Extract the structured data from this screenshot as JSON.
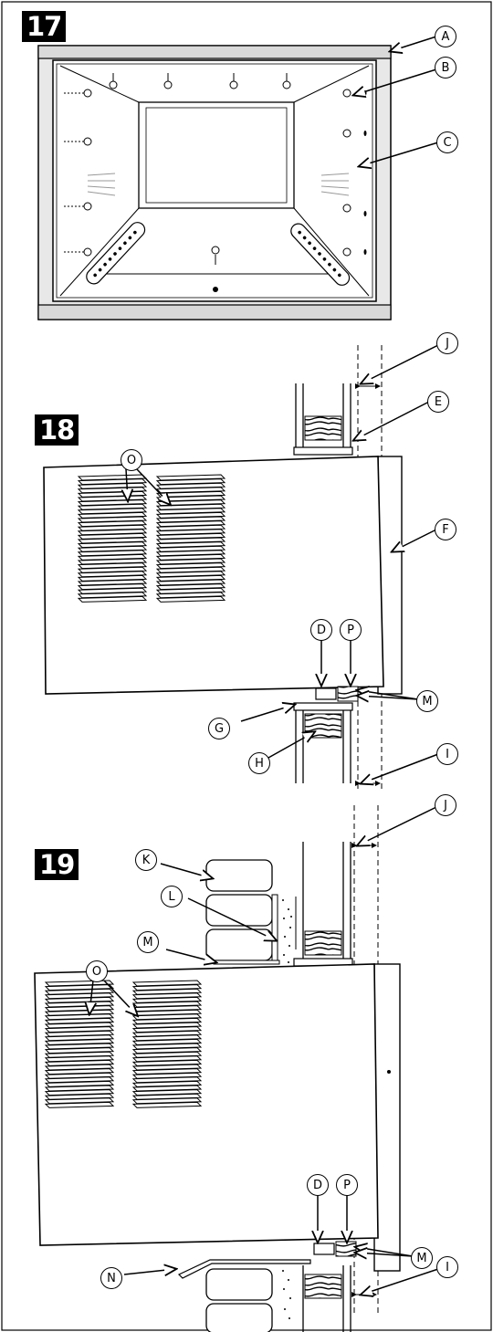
{
  "figures": {
    "fig17": {
      "number": "17"
    },
    "fig18": {
      "number": "18"
    },
    "fig19": {
      "number": "19"
    }
  },
  "callouts": {
    "f17": {
      "A": "A",
      "B": "B",
      "C": "C"
    },
    "f18": {
      "J": "J",
      "E": "E",
      "O": "O",
      "F": "F",
      "D": "D",
      "P": "P",
      "M": "M",
      "G": "G",
      "H": "H",
      "I": "I"
    },
    "f19": {
      "J": "J",
      "K": "K",
      "L": "L",
      "O": "O",
      "M1": "M",
      "D": "D",
      "P": "P",
      "N": "N",
      "M2": "M",
      "I": "I"
    }
  }
}
